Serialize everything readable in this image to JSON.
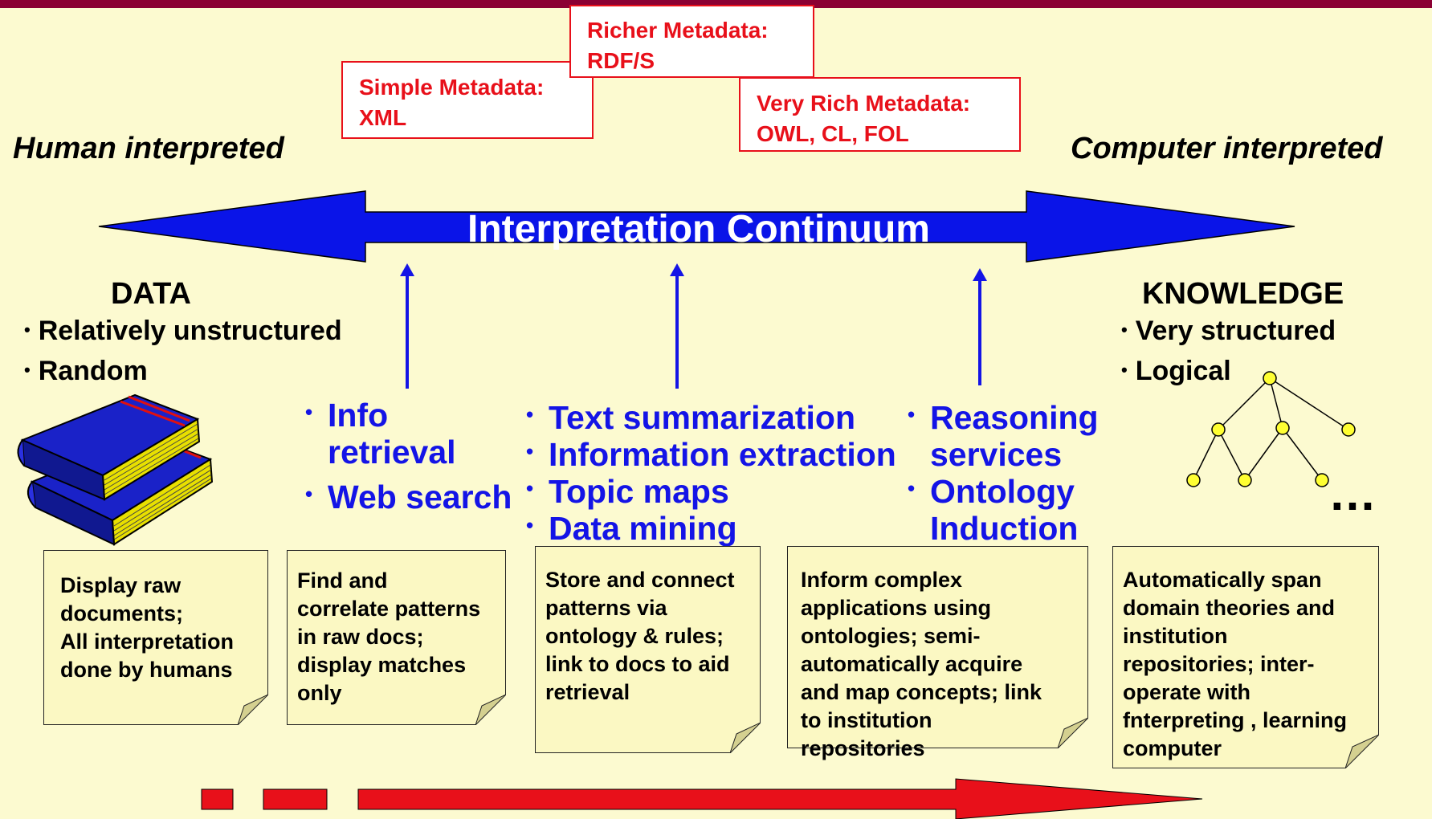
{
  "metadata_levels": [
    {
      "line1": "Simple Metadata:",
      "line2": "XML"
    },
    {
      "line1": "Richer Metadata:",
      "line2": "RDF/S"
    },
    {
      "line1": "Very Rich Metadata:",
      "line2": "OWL, CL, FOL"
    }
  ],
  "continuum": {
    "left_label": "Human interpreted",
    "right_label": "Computer interpreted",
    "title": "Interpretation Continuum"
  },
  "data": {
    "title": "DATA",
    "bullets": [
      "Relatively unstructured",
      "Random"
    ]
  },
  "knowledge": {
    "title": "KNOWLEDGE",
    "bullets": [
      "Very structured",
      "Logical"
    ],
    "ellipsis": "…"
  },
  "technique_groups": [
    {
      "items": [
        [
          "Info",
          "retrieval"
        ],
        [
          "Web search"
        ]
      ]
    },
    {
      "items": [
        [
          "Text summarization"
        ],
        [
          "Information extraction"
        ],
        [
          "Topic maps"
        ],
        [
          "Data mining"
        ]
      ]
    },
    {
      "items": [
        [
          "Reasoning",
          "services"
        ],
        [
          "Ontology",
          "Induction"
        ]
      ]
    }
  ],
  "notes": [
    [
      "Display raw",
      "documents;",
      "All interpretation",
      "done by humans"
    ],
    [
      "Find and",
      "correlate patterns",
      "in raw docs;",
      "display matches",
      "only"
    ],
    [
      "Store and connect",
      "patterns via",
      "ontology & rules;",
      "link to docs to aid",
      "retrieval"
    ],
    [
      "Inform complex",
      "applications using",
      "ontologies; semi-",
      "automatically acquire",
      "and map concepts; link",
      "to institution",
      "repositories"
    ],
    [
      "Automatically span",
      "domain theories and",
      "institution",
      "repositories; inter-",
      "operate with",
      "fnterpreting , learning",
      "computer"
    ]
  ],
  "colors": {
    "background": "#fcfad0",
    "top_bar": "#8b0033",
    "metadata_red": "#e8101a",
    "continuum_blue": "#0a14e8",
    "technique_blue": "#1414e6",
    "progress_red": "#e8101a",
    "note_fill": "#fbf8c3",
    "tree_node": "#ffff33"
  },
  "icons": [
    "books-icon",
    "tree-graph-icon",
    "up-arrow-icon",
    "double-arrow-icon",
    "progress-arrow-icon"
  ]
}
